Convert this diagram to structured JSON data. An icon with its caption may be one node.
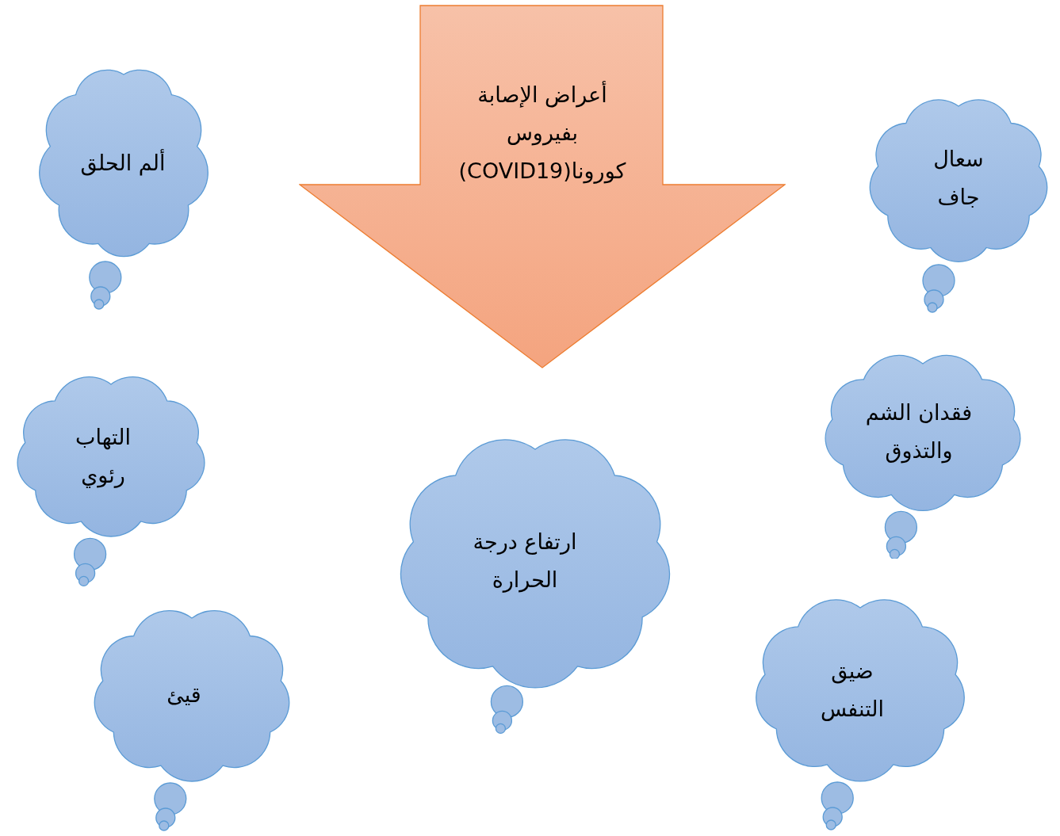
{
  "diagram": {
    "nodes": [
      {
        "text": [
          "أعراض الإصابة بفيروس كورونا(COVID19)"
        ]
      },
      {
        "text": [
          "سعال جاف"
        ]
      },
      {
        "text": [
          "ألم الحلق"
        ]
      },
      {
        "text": [
          "فقدان الشم والتذوق"
        ]
      },
      {
        "text": [
          "التهاب رئوي"
        ]
      },
      {
        "text": [
          "ارتفاع درجة الحرارة"
        ]
      },
      {
        "text": [
          "ضيق التنفس"
        ]
      },
      {
        "text": [
          "قيئ"
        ]
      }
    ]
  }
}
